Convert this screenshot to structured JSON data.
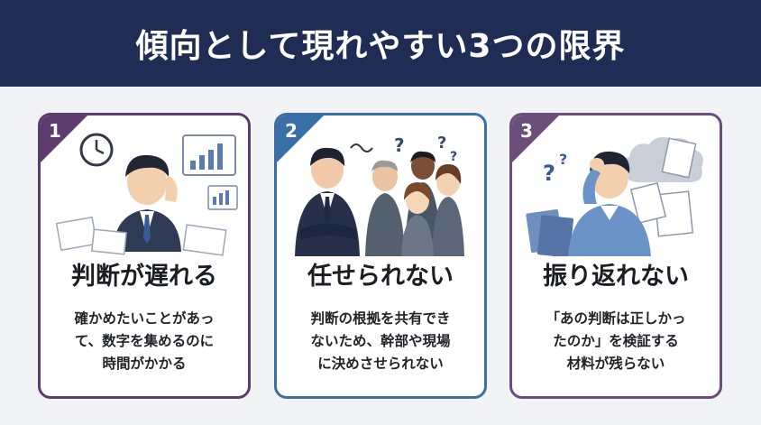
{
  "header": {
    "title": "傾向として現れやすい3つの限界"
  },
  "cards": [
    {
      "number": "1",
      "title": "判断が遅れる",
      "lines": [
        "確かめたいことがあっ",
        "て、数字を集めるのに",
        "時間がかかる"
      ],
      "accent": "#5c3b6e"
    },
    {
      "number": "2",
      "title": "任せられない",
      "lines": [
        "判断の根拠を共有でき",
        "ないため、幹部や現場",
        "に決めさせられない"
      ],
      "accent": "#3a6ea6"
    },
    {
      "number": "3",
      "title": "振り返れない",
      "lines": [
        "「あの判断は正しかっ",
        "たのか」を検証する",
        "材料が残らない"
      ],
      "accent": "#6b4f7a"
    }
  ],
  "colors": {
    "header_bg": "#1f2d54",
    "page_bg": "#f2f3f7"
  }
}
